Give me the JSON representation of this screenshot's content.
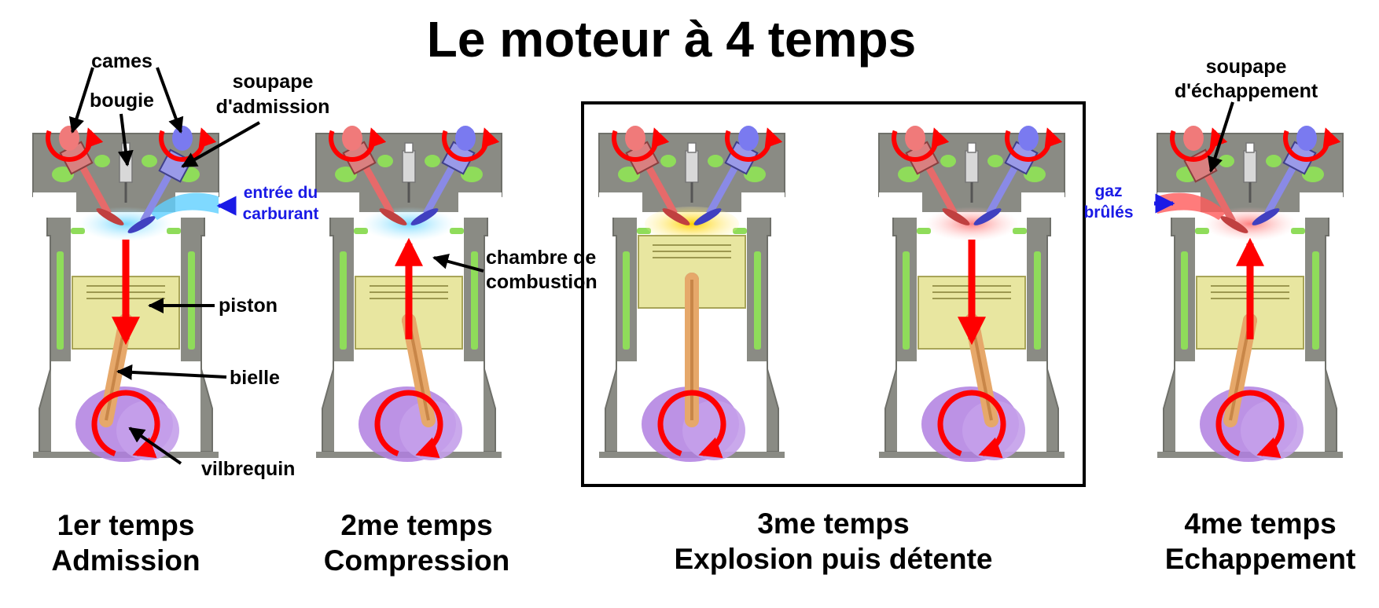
{
  "title": "Le moteur à 4 temps",
  "labels": {
    "cames": "cames",
    "bougie": "bougie",
    "soupape_admission_1": "soupape",
    "soupape_admission_2": "d'admission",
    "entree_1": "entrée du",
    "entree_2": "carburant",
    "chambre_1": "chambre de",
    "chambre_2": "combustion",
    "piston": "piston",
    "bielle": "bielle",
    "vilbrequin": "vilbrequin",
    "soupape_echap_1": "soupape",
    "soupape_echap_2": "d'échappement",
    "gaz_1": "gaz",
    "gaz_2": "brûlés"
  },
  "strokes": [
    {
      "line1": "1er temps",
      "line2": "Admission"
    },
    {
      "line1": "2me temps",
      "line2": "Compression"
    },
    {
      "line1": "3me temps",
      "line2": "Explosion puis détente"
    },
    {
      "line1": "4me temps",
      "line2": "Echappement"
    }
  ],
  "colors": {
    "engine_body": "#8a8b84",
    "cooling": "#8fdc5a",
    "piston": "#e8e6a0",
    "rod": "#e6a86a",
    "crank": "#b07fe0",
    "intake": "#8a8ae6",
    "exhaust": "#e66a6a",
    "arrow": "#ff0000",
    "blue_arrow": "#1a1ae6"
  },
  "engines": [
    {
      "stroke": "admission",
      "piston": "down",
      "chamber": "fuel",
      "intake": "open",
      "exhaust": "closed"
    },
    {
      "stroke": "compression",
      "piston": "up",
      "chamber": "fuel",
      "intake": "closed",
      "exhaust": "closed"
    },
    {
      "stroke": "explosion",
      "piston": "top",
      "chamber": "fire",
      "intake": "closed",
      "exhaust": "closed"
    },
    {
      "stroke": "detente",
      "piston": "down",
      "chamber": "burnt",
      "intake": "closed",
      "exhaust": "closed"
    },
    {
      "stroke": "echappement",
      "piston": "up",
      "chamber": "burnt",
      "intake": "closed",
      "exhaust": "open"
    }
  ]
}
